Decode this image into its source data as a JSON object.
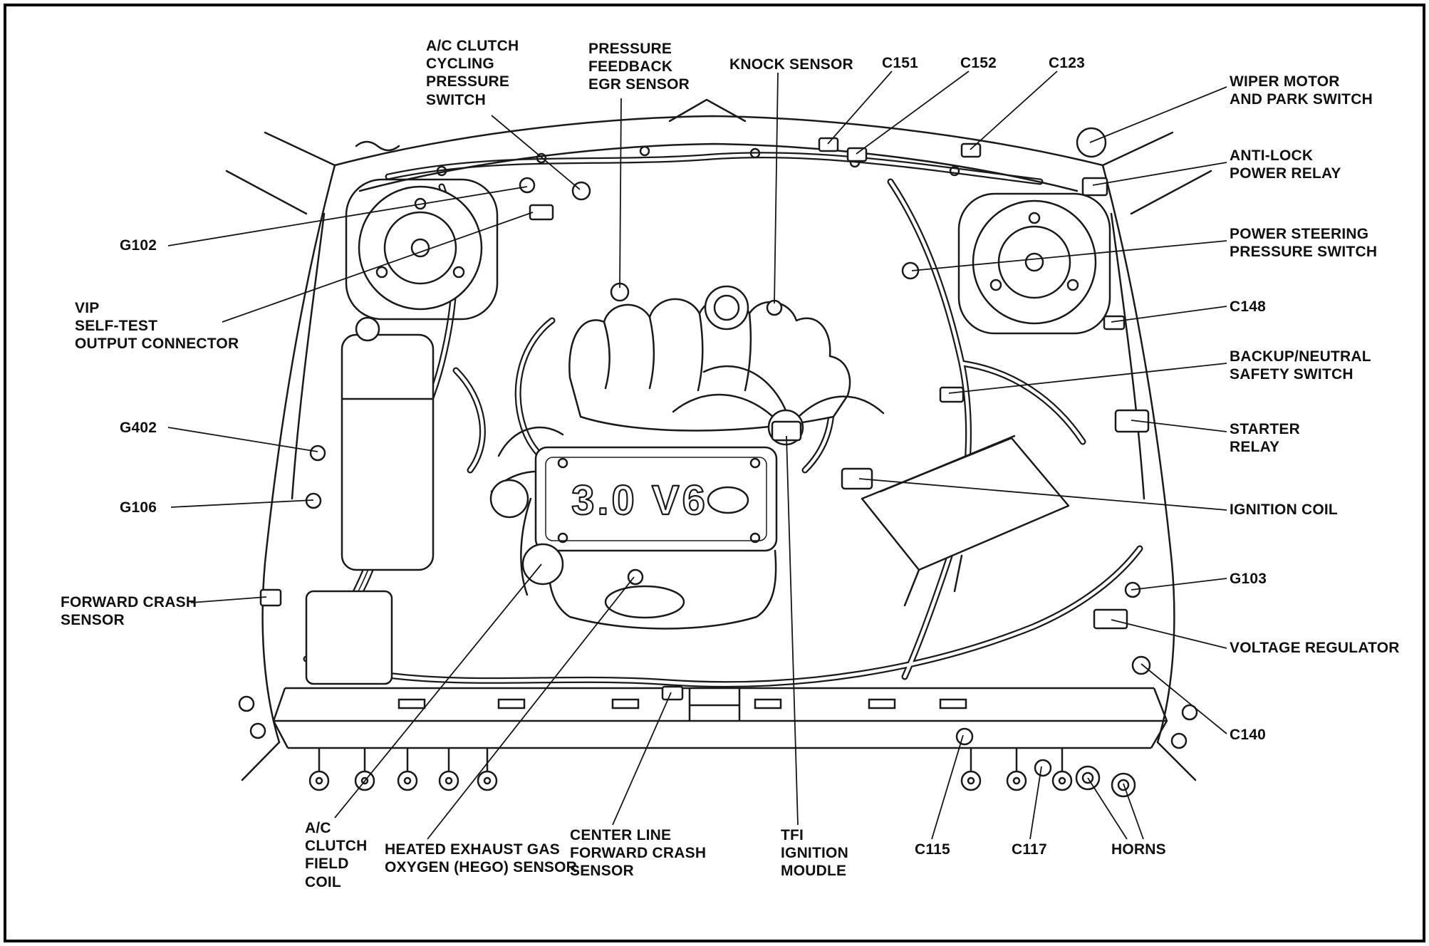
{
  "page": {
    "background": "#ffffff",
    "ink": "#1a1a1a"
  },
  "drawing": {
    "engine_label": "3.0 V6"
  },
  "labels": {
    "g102": "G102",
    "vip": "VIP\nSELF-TEST\nOUTPUT CONNECTOR",
    "g402": "G402",
    "g106": "G106",
    "forward_crash": "FORWARD CRASH\nSENSOR",
    "ac_cycling": "A/C CLUTCH\nCYCLING\nPRESSURE\nSWITCH",
    "egr": "PRESSURE\nFEEDBACK\nEGR SENSOR",
    "knock": "KNOCK SENSOR",
    "c151": "C151",
    "c152": "C152",
    "c123": "C123",
    "wiper": "WIPER MOTOR\nAND PARK SWITCH",
    "abs_relay": "ANTI-LOCK\nPOWER RELAY",
    "ps_switch": "POWER STEERING\nPRESSURE SWITCH",
    "c148": "C148",
    "backup": "BACKUP/NEUTRAL\nSAFETY SWITCH",
    "starter": "STARTER\nRELAY",
    "ignition_coil": "IGNITION COIL",
    "g103": "G103",
    "volt_reg": "VOLTAGE REGULATOR",
    "c140": "C140",
    "ac_field_coil": "A/C\nCLUTCH\nFIELD\nCOIL",
    "hego": "HEATED EXHAUST GAS\nOXYGEN (HEGO) SENSOR",
    "centerline_crash": "CENTER LINE\nFORWARD CRASH\nSENSOR",
    "tfi": "TFI\nIGNITION\nMOUDLE",
    "c115": "C115",
    "c117": "C117",
    "horns": "HORNS"
  }
}
